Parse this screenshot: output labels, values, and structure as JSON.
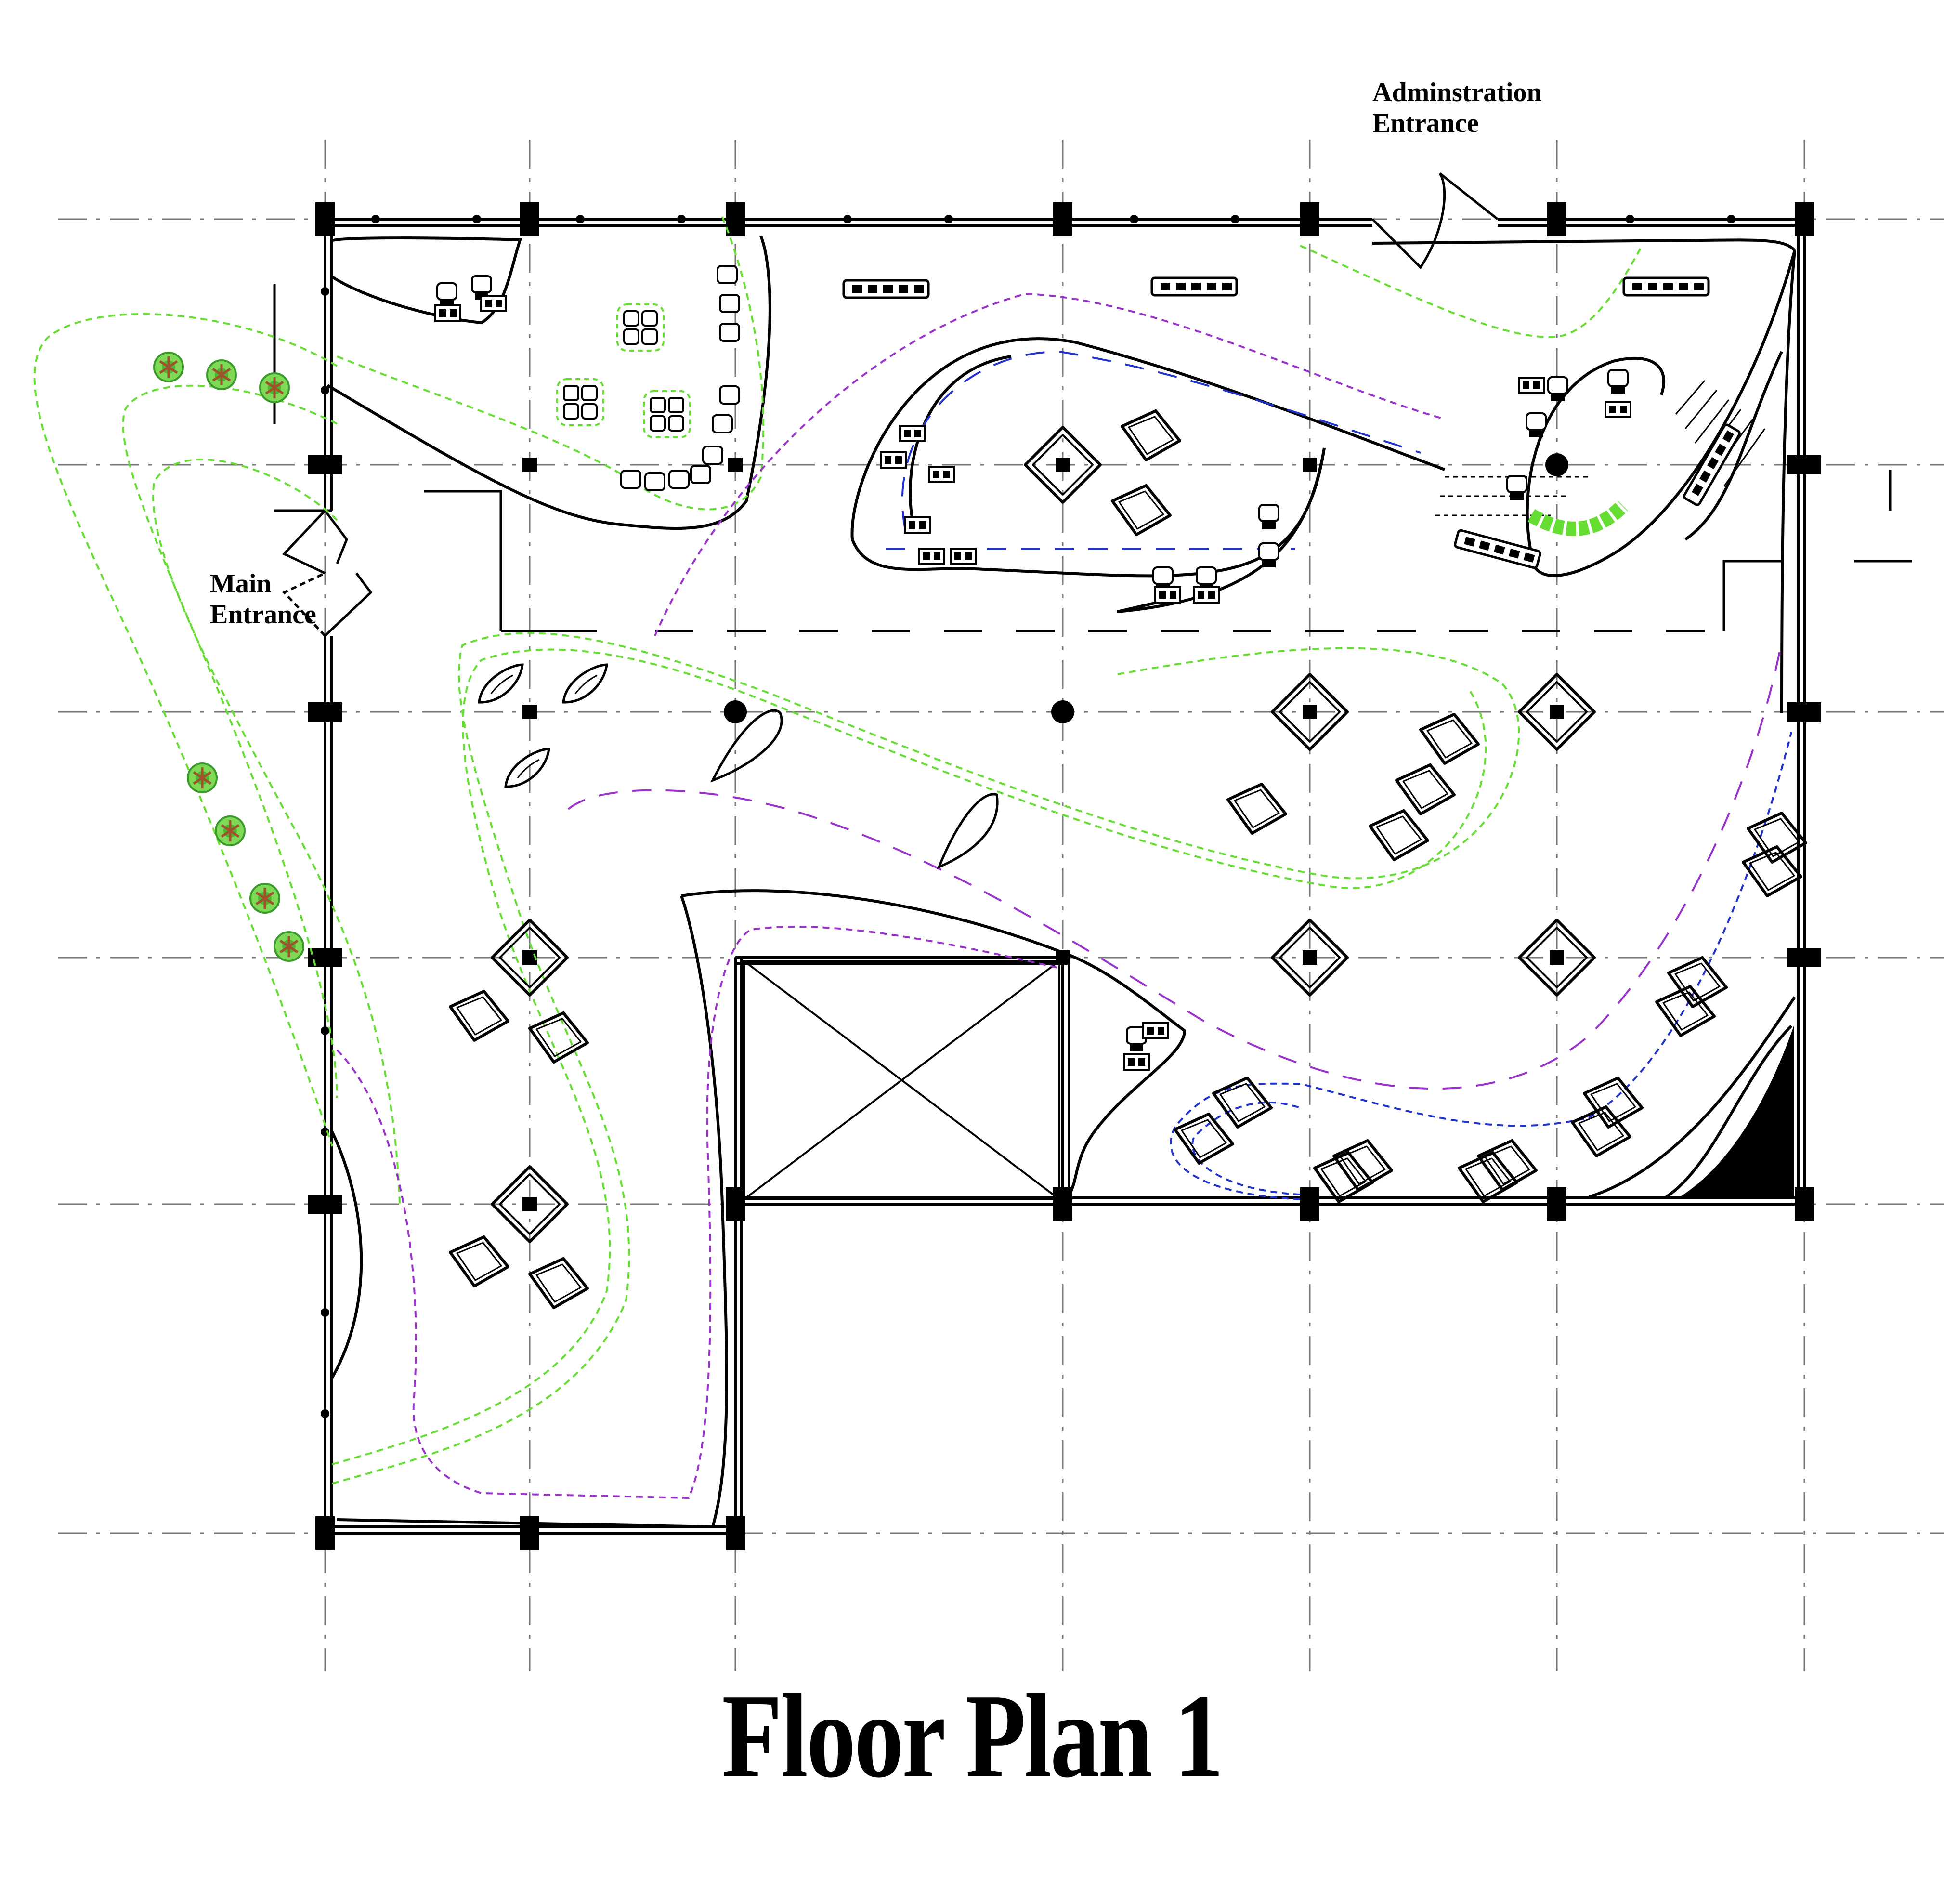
{
  "title": "Floor Plan 1",
  "labels": {
    "main_entrance": [
      "Main",
      "Entrance"
    ],
    "admin_entrance": [
      "Adminstration",
      "Entrance"
    ]
  },
  "colors": {
    "line": "#000000",
    "circulation_green": "#66dd33",
    "circulation_purple": "#9933cc",
    "circulation_blue": "#2233cc",
    "tree_fill": "#7ed957",
    "tree_trunk": "#a0522d"
  },
  "legend_icons": [
    "tree-icon",
    "chair-icon",
    "desk-icon",
    "column-icon",
    "display-pedestal-icon"
  ]
}
